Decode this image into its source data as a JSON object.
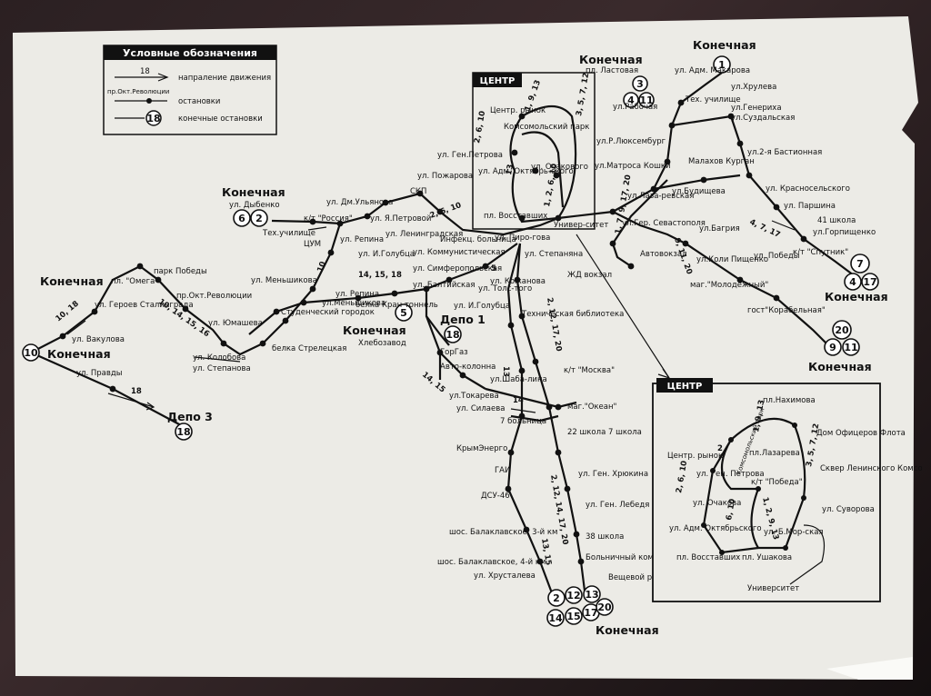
{
  "legend": {
    "title": "Условные обозначения",
    "direction_label": "напраление движения",
    "direction_route": "18",
    "stop_label": "остановки",
    "stop_sample": "пр.Окт.Революции",
    "terminal_label": "конечные остановки",
    "terminal_route": "18"
  },
  "terminals": [
    {
      "label": "Конечная",
      "sub": "пл. Ластовая",
      "routes": [
        "3",
        "4",
        "11"
      ]
    },
    {
      "label": "Конечная",
      "sub": "",
      "routes": [
        "1"
      ]
    },
    {
      "label": "Конечная",
      "sub": "ул. Дыбенко",
      "routes": [
        "6",
        "2"
      ]
    },
    {
      "label": "Конечная",
      "sub": "",
      "routes": [
        "10"
      ]
    },
    {
      "label": "Конечная",
      "sub": "",
      "routes": [
        "5"
      ]
    },
    {
      "label": "Конечная",
      "sub": "",
      "routes": [
        "7",
        "4",
        "17"
      ]
    },
    {
      "label": "Конечная",
      "sub": "",
      "routes": [
        "20",
        "9",
        "11"
      ]
    },
    {
      "label": "Конечная",
      "sub": "",
      "routes": [
        "2",
        "12",
        "13",
        "14",
        "15",
        "17",
        "20"
      ]
    }
  ],
  "depots": [
    {
      "label": "Депо 1",
      "route": "18"
    },
    {
      "label": "Депо 3",
      "route": "18"
    }
  ],
  "stops": {
    "north_east": [
      "ул. Адм. Макарова",
      "ул.Хрулева",
      "Тех. училище",
      "ул.Генериха",
      "ул.Суздальская",
      "ул.Рабочая",
      "ул.Р.Люксембург",
      "ул.2-я Бастионная",
      "ул.Матроса Кошки",
      "Малахов Курган",
      "ул.Будищева",
      "ул. Красносельского",
      "ул. Паршина",
      "41 школа",
      "ул.Горпищенко",
      "ул.Лаза-ревская",
      "ул.Гер. Севастополя",
      "ул.Багрия",
      "ул.Коли Пищенко",
      "ул. Победы",
      "к/т \"Спутник\"",
      "маг.\"Молодежный\"",
      "гост\"Корабельная\"",
      "Автовокзал",
      "ЖД вокзал"
    ],
    "center": [
      "Центр. рынок",
      "Комсомольский парк",
      "ул. Ген.Петрова",
      "ул. Адм. Октябрь-ского",
      "ул. Очакового",
      "пл. Восставших",
      "Универ-ситет",
      "ул. Пиро-гова",
      "ул. Степаняна",
      "Инфекц. больница",
      "ул. Кожанова",
      "ул. Толс-того",
      "ул. И.Голубца"
    ],
    "west": [
      "ул. Пожарова",
      "СКП",
      "ул. Дм.Ульянова",
      "к/т \"Россия\"",
      "ул. Я.Петровой",
      "Тех.училище",
      "ЦУМ",
      "ул. Репина",
      "ул. Ленинградская",
      "ул. И.Голубца",
      "ул. Меньшикова",
      "ул.Меньшикова",
      "ул. Репина",
      "Студенческий городок",
      "белка Стрелецкая",
      "ул. Колобова",
      "ул. Степанова",
      "ул. Юмашева",
      "пр.Окт.Революции",
      "парк Победы",
      "пл. \"Омега\"",
      "ул. Героев Сталинграда",
      "ул. Вакулова",
      "ул. Правды",
      "ул. Коммунистическая",
      "ул. Симферопольская",
      "ул. Балтийская",
      "белка Кран тоннель",
      "Хлебозавод",
      "ГорГаз",
      "Авто-колонна",
      "ул.Токарева"
    ],
    "south": [
      "Техническая библиотека",
      "к/т \"Москва\"",
      "ул.Шаба-лина",
      "маг.\"Океан\"",
      "ул. Силаева",
      "7 больница",
      "22 школа 7 школа",
      "КрымЭнерго",
      "ул. Ген. Хрюкина",
      "ГАИ",
      "ДСУ-46",
      "ул. Ген. Лебедя",
      "шос. Балаклавское, 3-й км",
      "38 школа",
      "Больничный комплекс",
      "шос. Балаклавское, 4-й км",
      "ул. Хрусталева",
      "Вещевой рынок"
    ]
  },
  "route_labels": [
    "1, 9, 13",
    "3, 5, 7, 12",
    "2, 6, 10",
    "1, 2, 6, 10",
    "2, 6, 10",
    "13",
    "1, 7, 9, 17, 20",
    "9, 11, 20",
    "4, 7, 17",
    "14, 15, 18",
    "10, 18",
    "10, 14, 15, 16",
    "10",
    "5",
    "13",
    "14, 15",
    "2, 12, 17, 20",
    "2, 12, 14, 17, 20",
    "13, 15",
    "18",
    "14"
  ],
  "center_box": {
    "title": "ЦЕНТР"
  },
  "inset": {
    "title": "ЦЕНТР",
    "stops": [
      "пл.Нахимова",
      "Дом Офицеров Флота",
      "пл.Лазарева",
      "Центр. рынок",
      "ул. Ген. Петрова",
      "Сквер Ленинского Комсомола",
      "к/т \"Победа\"",
      "ул. Суворова",
      "ул. Очакова",
      "ул. Адм. Октябрьского",
      "ул. Б.Мор-ская",
      "пл. Восставших",
      "пл. Ушакова",
      "Университет"
    ],
    "routes": [
      "1, 9, 13",
      "3, 5, 7, 12",
      "2",
      "2, 6, 10",
      "6, 10",
      "1, 2, 9, 13",
      "Комсомольский парк"
    ]
  }
}
